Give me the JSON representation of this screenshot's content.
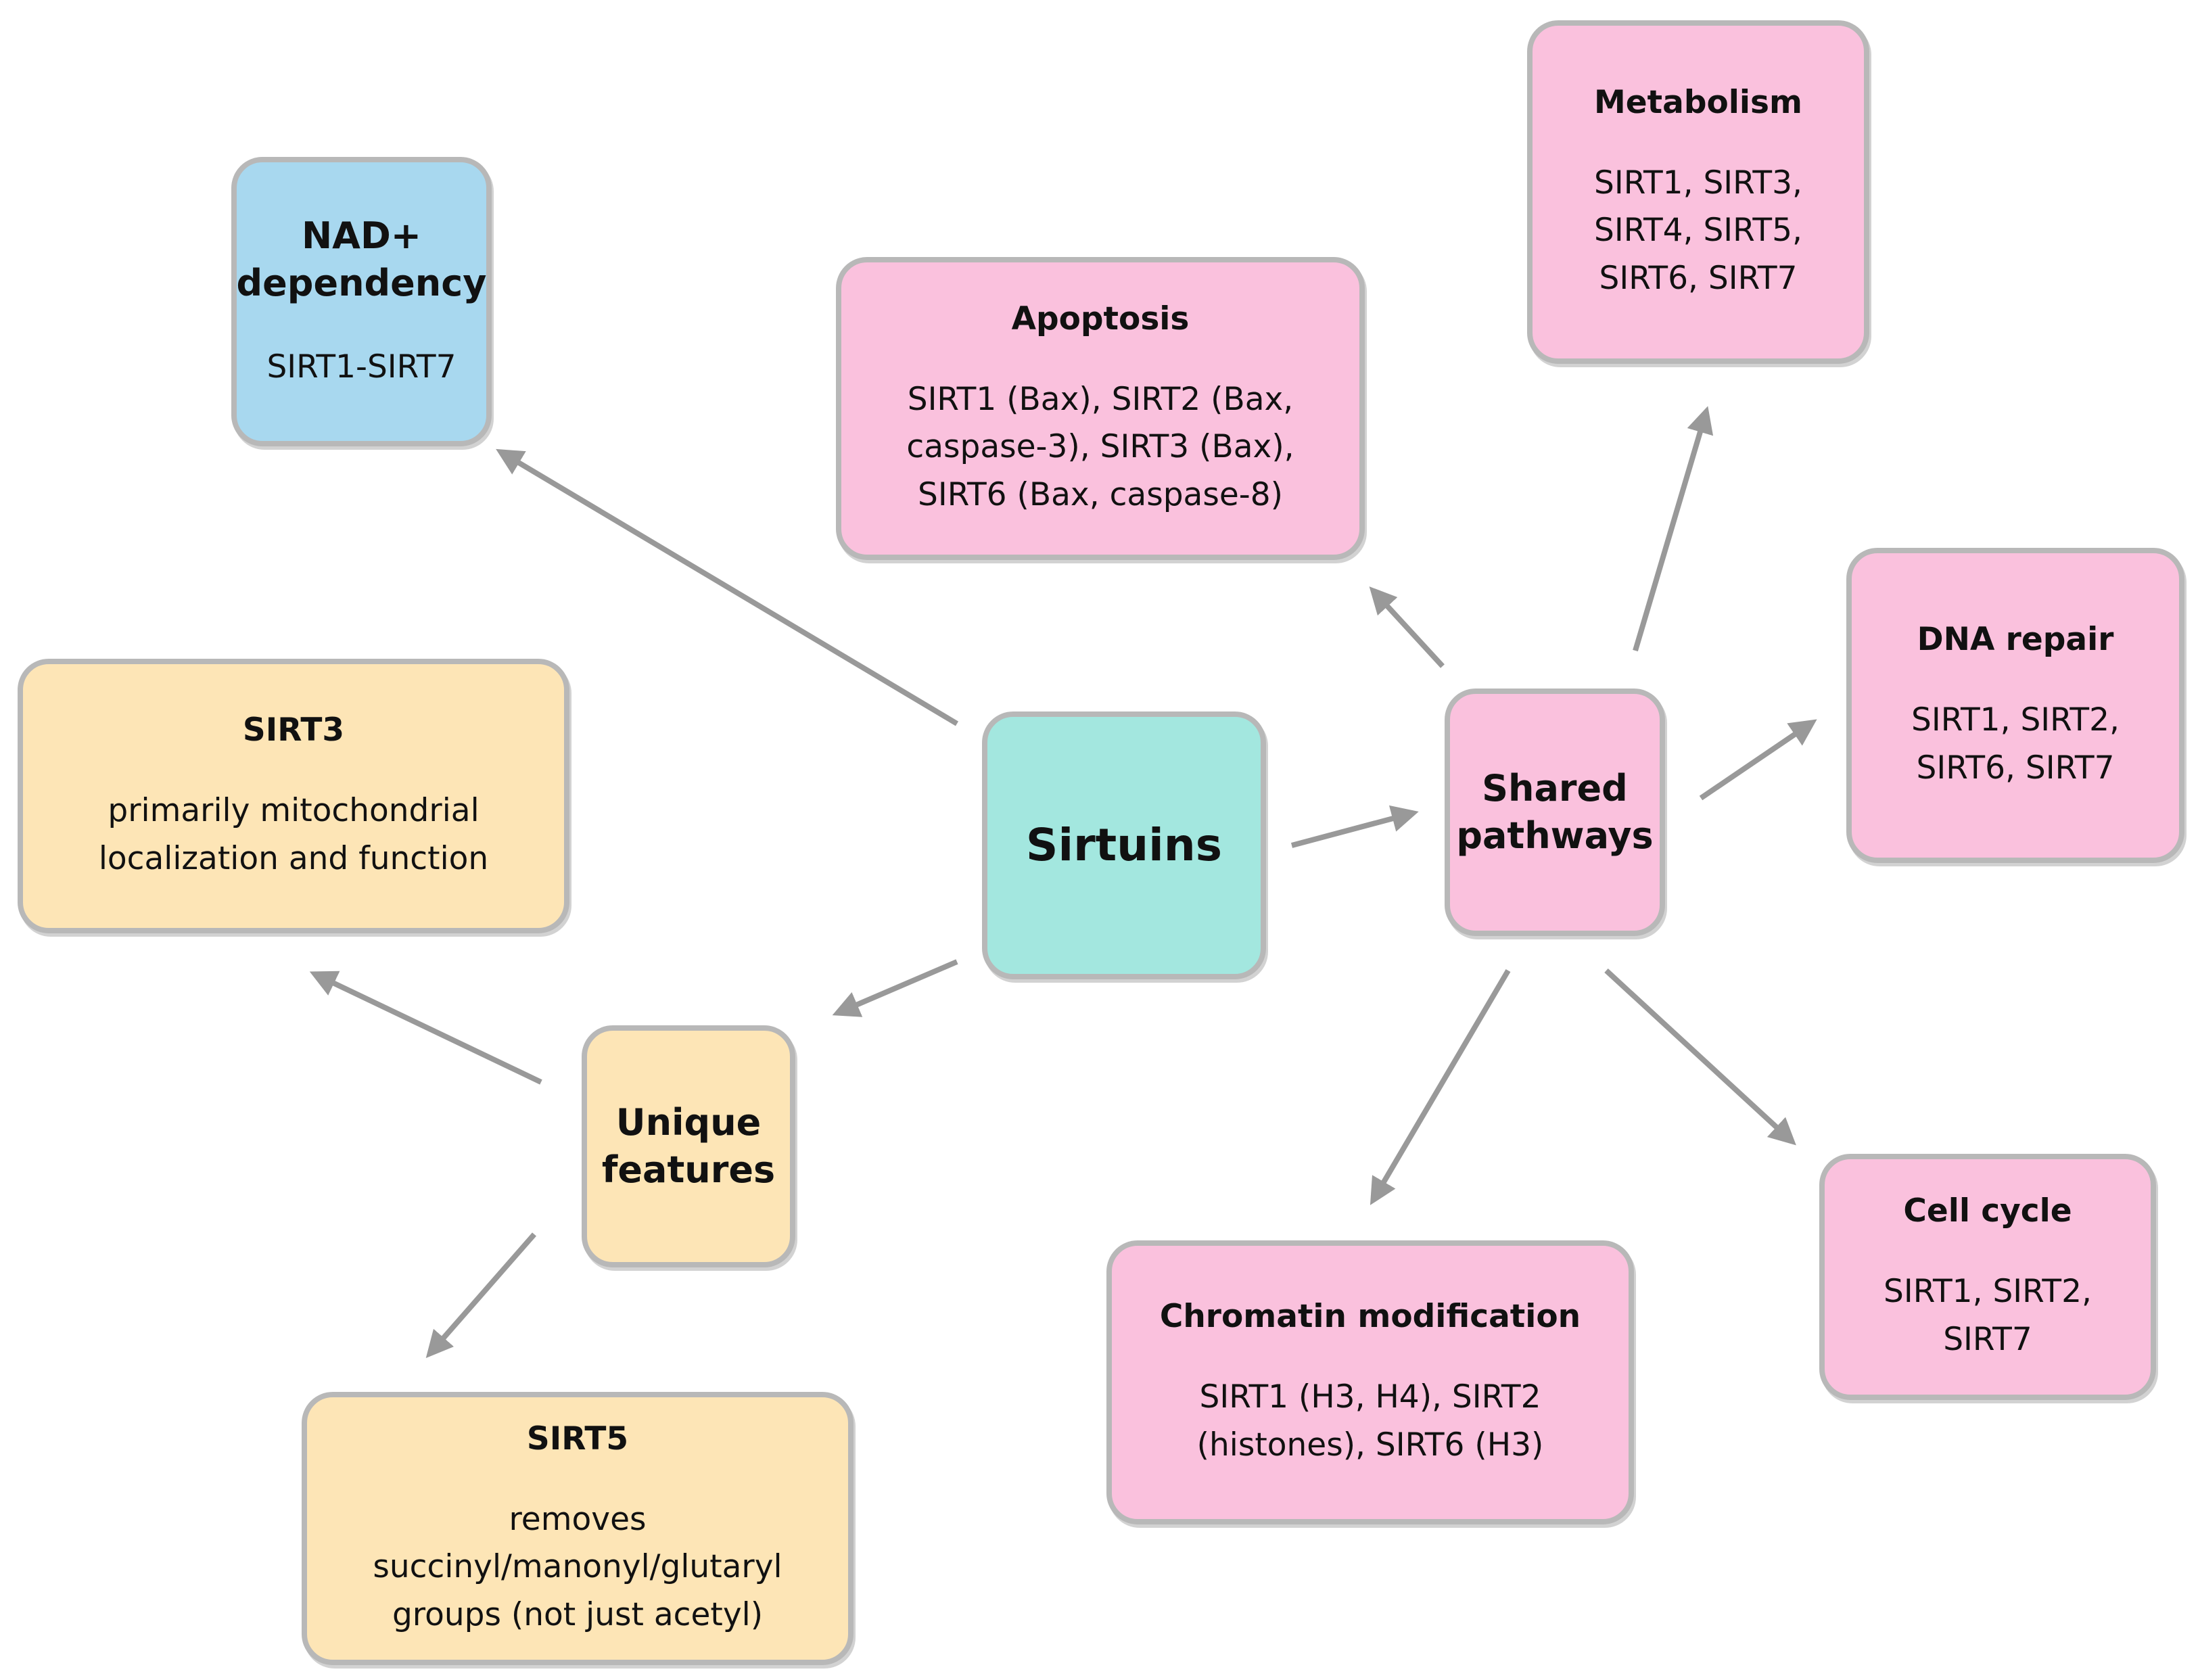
{
  "hub": {
    "title": "Sirtuins",
    "color": "#a3e7df"
  },
  "shared": {
    "title": "Shared pathways",
    "color": "#fac1dd"
  },
  "unique": {
    "title": "Unique features",
    "color": "#fde5b6"
  },
  "nad": {
    "title": "NAD+ dependency",
    "body": "SIRT1-SIRT7",
    "color": "#a8d8ef"
  },
  "apoptosis": {
    "title": "Apoptosis",
    "body": "SIRT1 (Bax), SIRT2 (Bax, caspase-3), SIRT3 (Bax), SIRT6 (Bax, caspase-8)"
  },
  "metabolism": {
    "title": "Metabolism",
    "body": "SIRT1, SIRT3, SIRT4, SIRT5, SIRT6, SIRT7"
  },
  "dna_repair": {
    "title": "DNA repair",
    "body": "SIRT1, SIRT2, SIRT6, SIRT7"
  },
  "cell_cycle": {
    "title": "Cell cycle",
    "body": "SIRT1, SIRT2, SIRT7"
  },
  "chromatin": {
    "title": "Chromatin modification",
    "body": "SIRT1 (H3, H4), SIRT2 (histones), SIRT6 (H3)"
  },
  "sirt3": {
    "title": "SIRT3",
    "body": "primarily mitochondrial localization and function"
  },
  "sirt5": {
    "title": "SIRT5",
    "body": "removes succinyl/manonyl/glutaryl groups (not just acetyl)"
  },
  "colors": {
    "pink": "#fac1dd",
    "yellow": "#fde5b6",
    "arrow": "#999999"
  },
  "edges": [
    {
      "from": "Sirtuins",
      "to": "NAD+ dependency"
    },
    {
      "from": "Sirtuins",
      "to": "Shared pathways"
    },
    {
      "from": "Sirtuins",
      "to": "Unique features"
    },
    {
      "from": "Shared pathways",
      "to": "Apoptosis"
    },
    {
      "from": "Shared pathways",
      "to": "Metabolism"
    },
    {
      "from": "Shared pathways",
      "to": "DNA repair"
    },
    {
      "from": "Shared pathways",
      "to": "Cell cycle"
    },
    {
      "from": "Shared pathways",
      "to": "Chromatin modification"
    },
    {
      "from": "Unique features",
      "to": "SIRT3"
    },
    {
      "from": "Unique features",
      "to": "SIRT5"
    }
  ]
}
